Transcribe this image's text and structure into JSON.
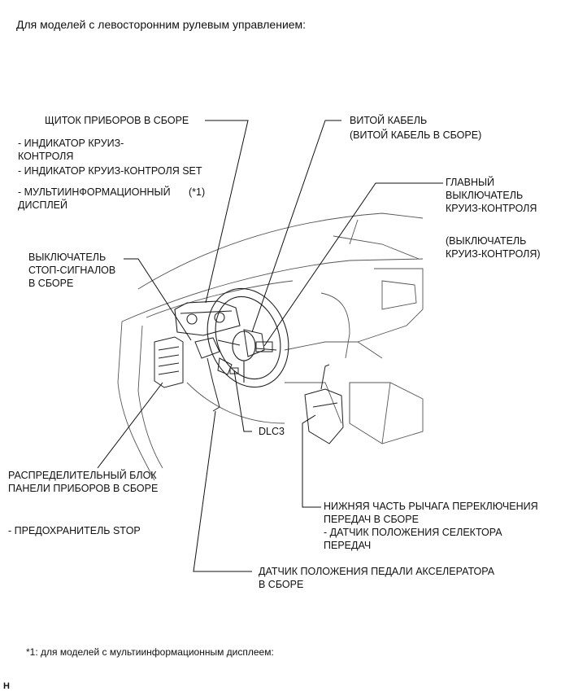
{
  "heading": "Для моделей с левосторонним рулевым управлением:",
  "labels": {
    "combination_meter": "ЩИТОК ПРИБОРОВ В СБОРЕ",
    "cruise_indicator_1": "- ИНДИКАТОР КРУИЗ-",
    "cruise_indicator_2": "КОНТРОЛЯ",
    "cruise_set_indicator": "- ИНДИКАТОР КРУИЗ-КОНТРОЛЯ SET",
    "multi_display_1": "- МУЛЬТИИНФОРМАЦИОННЫЙ",
    "multi_display_note": "(*1)",
    "multi_display_2": "ДИСПЛЕЙ",
    "stop_switch_1": "ВЫКЛЮЧАТЕЛЬ",
    "stop_switch_2": "СТОП-СИГНАЛОВ",
    "stop_switch_3": "В СБОРЕ",
    "spiral_cable": "ВИТОЙ КАБЕЛЬ",
    "spiral_cable_sub": "(ВИТОЙ КАБЕЛЬ В СБОРЕ)",
    "cruise_main_1": "ГЛАВНЫЙ",
    "cruise_main_2": "ВЫКЛЮЧАТЕЛЬ",
    "cruise_main_3": "КРУИЗ-КОНТРОЛЯ",
    "cruise_switch_1": "(ВЫКЛЮЧАТЕЛЬ",
    "cruise_switch_2": "КРУИЗ-КОНТРОЛЯ)",
    "dlc3": "DLC3",
    "junction_block_1": "РАСПРЕДЕЛИТЕЛЬНЫЙ БЛОК",
    "junction_block_2": "ПАНЕЛИ ПРИБОРОВ В СБОРЕ",
    "fuse_stop": "- ПРЕДОХРАНИТЕЛЬ STOP",
    "shift_lever_1": "НИЖНЯЯ ЧАСТЬ РЫЧАГА ПЕРЕКЛЮЧЕНИЯ",
    "shift_lever_2": "ПЕРЕДАЧ В СБОРЕ",
    "shift_sensor_1": "- ДАТЧИК ПОЛОЖЕНИЯ СЕЛЕКТОРА",
    "shift_sensor_2": "ПЕРЕДАЧ",
    "accel_pedal_1": "ДАТЧИК ПОЛОЖЕНИЯ ПЕДАЛИ АКСЕЛЕРАТОРА",
    "accel_pedal_2": "В СБОРЕ"
  },
  "footnote": "*1: для моделей с мультиинформационным дисплеем:",
  "corner_mark": "H"
}
